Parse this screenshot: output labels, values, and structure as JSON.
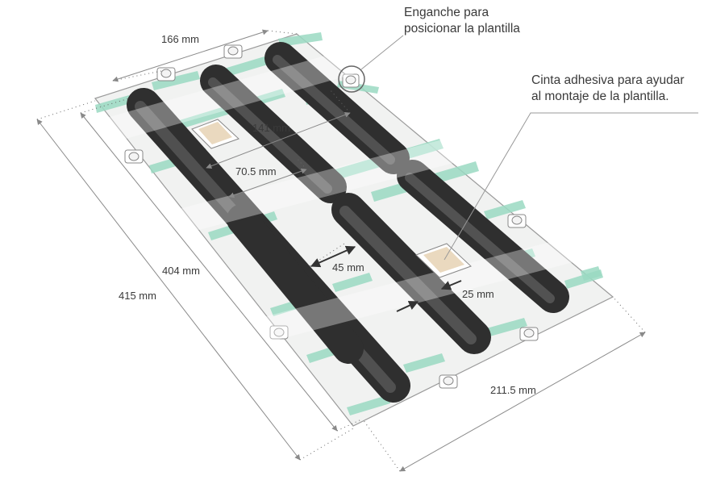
{
  "dimensions": {
    "top_width": "166 mm",
    "outer_length": "415 mm",
    "inner_length": "404 mm",
    "bottom_width": "211.5 mm",
    "tube_spacing_wide": "141 mm",
    "tube_spacing_half": "70.5 mm",
    "tube_gap": "45 mm",
    "tube_offset": "25 mm"
  },
  "callouts": {
    "hook": {
      "line1": "Enganche para",
      "line2": "posicionar la plantilla"
    },
    "tape": {
      "line1": "Cinta adhesiva para ayudar",
      "line2": "al montaje de la plantilla."
    }
  },
  "colors": {
    "sheet_fill": "#eef0ef",
    "sheet_edge": "#9a9a9a",
    "tube_dark": "#3a3a3a",
    "tube_light": "#6b6b6b",
    "tape": "#9ad9c2",
    "dimension_line": "#8a8a8a",
    "label_text": "#3a3a3a",
    "pad_fill": "#ead9bf"
  }
}
